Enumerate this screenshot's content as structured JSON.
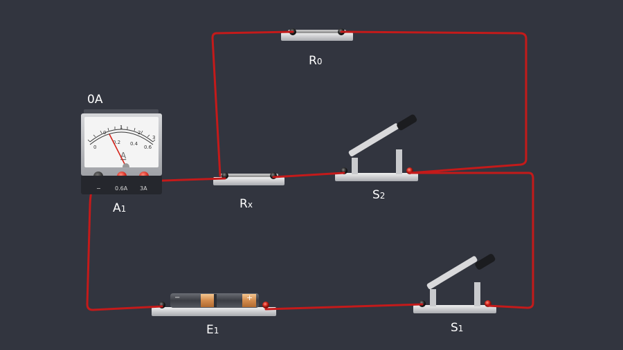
{
  "ammeter": {
    "reading": "0A",
    "label_main": "A",
    "label_sub": "1",
    "face_letter": "A",
    "terminals": [
      "−",
      "0.6A",
      "3A"
    ],
    "scale_top": [
      "0",
      "1",
      "2",
      "3"
    ],
    "scale_bottom": [
      "0",
      "0.2",
      "0.4",
      "0.6"
    ]
  },
  "components": {
    "r0": {
      "main": "R",
      "sub": "0"
    },
    "rx": {
      "main": "R",
      "sub": "x"
    },
    "s2": {
      "main": "S",
      "sub": "2"
    },
    "s1": {
      "main": "S",
      "sub": "1"
    },
    "e1": {
      "main": "E",
      "sub": "1"
    }
  },
  "battery": {
    "neg": "−",
    "pos": "+"
  },
  "colors": {
    "background": "#32353f",
    "wire": "#c41a1a"
  }
}
